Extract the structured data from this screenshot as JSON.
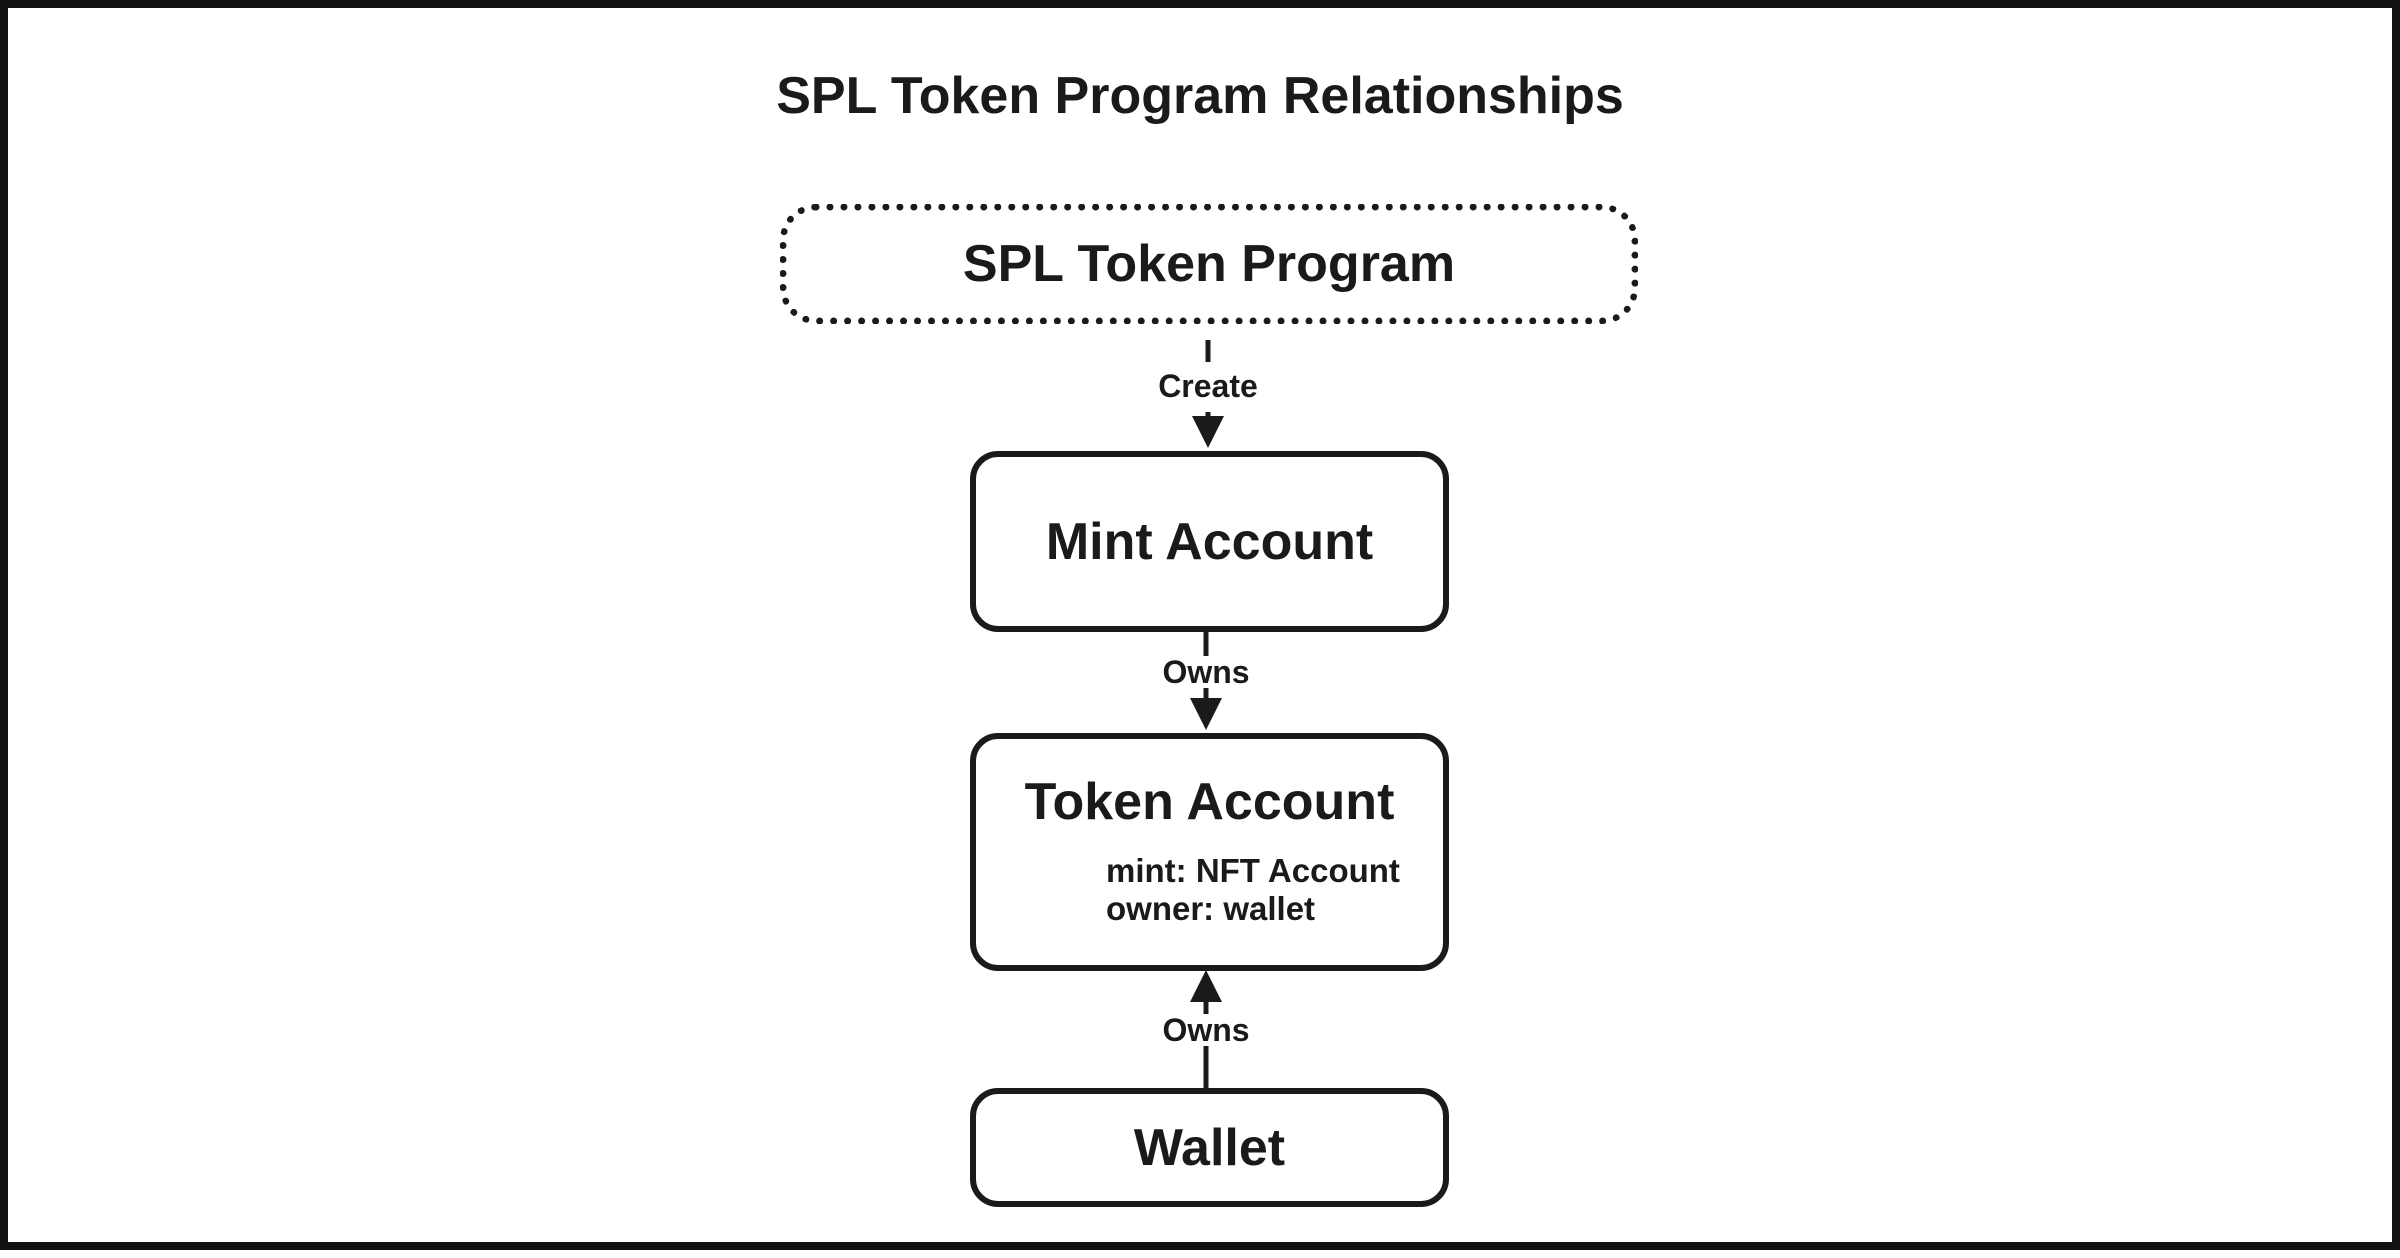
{
  "diagram": {
    "title": "SPL Token Program Relationships",
    "colors": {
      "stroke": "#1a1a1a",
      "background": "#ffffff"
    },
    "nodes": {
      "program": {
        "label": "SPL Token Program"
      },
      "mint": {
        "label": "Mint Account"
      },
      "token": {
        "label": "Token Account",
        "details": [
          "mint: NFT Account",
          "owner: wallet"
        ]
      },
      "wallet": {
        "label": "Wallet"
      }
    },
    "edges": [
      {
        "from": "program",
        "to": "mint",
        "label": "Create",
        "style": "dashed",
        "arrow": "head-at-target"
      },
      {
        "from": "mint",
        "to": "token",
        "label": "Owns",
        "style": "solid",
        "arrow": "head-at-target"
      },
      {
        "from": "wallet",
        "to": "token",
        "label": "Owns",
        "style": "solid",
        "arrow": "head-at-target"
      }
    ]
  }
}
